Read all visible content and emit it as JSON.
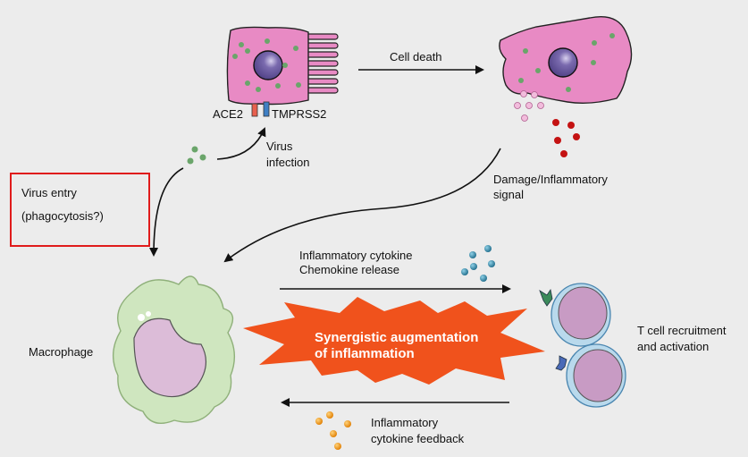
{
  "highlight_box": {
    "line1": "Virus entry",
    "line2": "(phagocytosis?)",
    "color": "#e01b1b"
  },
  "infected_cell": {
    "receptor_left": "ACE2",
    "receptor_right": "TMPRSS2"
  },
  "virus_infection": {
    "line1": "Virus",
    "line2": "infection"
  },
  "cell_death": {
    "label": "Cell death"
  },
  "damage_signal": {
    "line1": "Damage/Inflammatory",
    "line2": "signal"
  },
  "macrophage": {
    "label": "Macrophage"
  },
  "cytokine_release": {
    "line1": "Inflammatory cytokine",
    "line2": "Chemokine release"
  },
  "synergy": {
    "line1": "Synergistic augmentation",
    "line2": "of inflammation",
    "color": "#f0521c"
  },
  "t_cell": {
    "line1": "T cell recruitment",
    "line2": "and activation"
  },
  "cytokine_feedback": {
    "line1": "Inflammatory",
    "line2": "cytokine feedback"
  },
  "colors": {
    "epithelial_cell": "#e88ac4",
    "nucleus": "#6a5a9e",
    "virus": "#6aa56a",
    "macrophage": "#cfe6bf",
    "t_cell": "#b9d9ec",
    "cytokine_blue": "#2a7f9e",
    "cytokine_orange": "#f09a1a",
    "damage_red": "#c41212",
    "damage_pink": "#f2bcdc"
  }
}
